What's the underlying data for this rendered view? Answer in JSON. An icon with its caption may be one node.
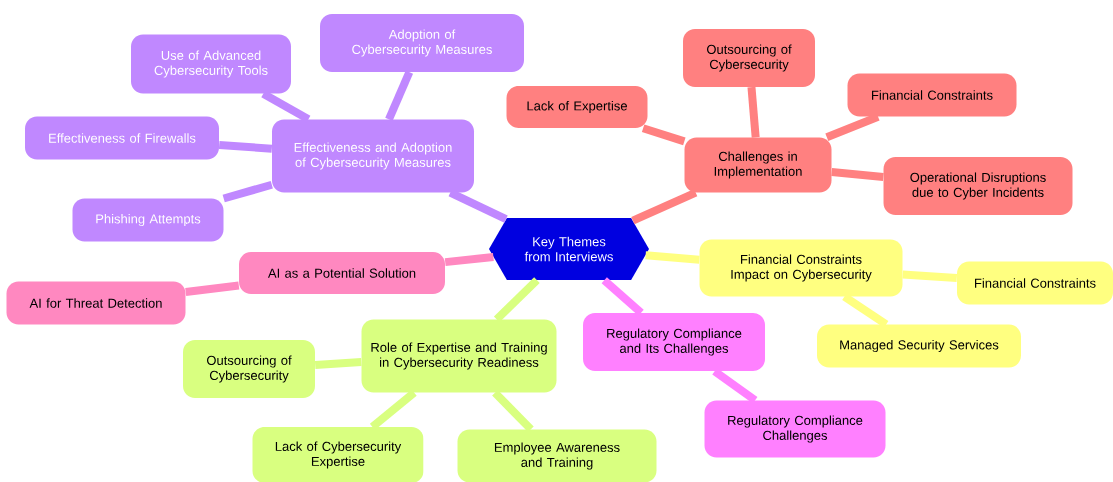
{
  "diagram": {
    "nodes": [
      {
        "text": [
          "Key Themes from Interviews"
        ]
      },
      {
        "text": [
          "Effectiveness and Adoption of Cybersecurity Measures"
        ]
      },
      {
        "text": [
          "Use of Advanced Cybersecurity Tools"
        ]
      },
      {
        "text": [
          "Adoption of Cybersecurity Measures"
        ]
      },
      {
        "text": [
          "Effectiveness of Firewalls"
        ]
      },
      {
        "text": [
          "Phishing Attempts"
        ]
      },
      {
        "text": [
          "Challenges in Implementation"
        ]
      },
      {
        "text": [
          "Outsourcing of Cybersecurity"
        ]
      },
      {
        "text": [
          "Lack of Expertise"
        ]
      },
      {
        "text": [
          "Financial Constraints"
        ]
      },
      {
        "text": [
          "Operational Disruptions due to Cyber Incidents"
        ]
      },
      {
        "text": [
          "Financial Constraints Impact on Cybersecurity"
        ]
      },
      {
        "text": [
          "Financial Constraints"
        ]
      },
      {
        "text": [
          "Managed Security Services"
        ]
      },
      {
        "text": [
          "Regulatory Compliance and Its Challenges"
        ]
      },
      {
        "text": [
          "Regulatory Compliance Challenges"
        ]
      },
      {
        "text": [
          "Role of Expertise and Training in Cybersecurity Readiness"
        ]
      },
      {
        "text": [
          "Outsourcing of Cybersecurity"
        ]
      },
      {
        "text": [
          "Lack of Cybersecurity Expertise"
        ]
      },
      {
        "text": [
          "Employee Awareness and Training"
        ]
      },
      {
        "text": [
          "AI as a Potential Solution"
        ]
      },
      {
        "text": [
          "AI for Threat Detection"
        ]
      }
    ],
    "edges": [
      {
        "from": 0,
        "to": 1,
        "arrow": "none",
        "color": "#c088ff"
      },
      {
        "from": 1,
        "to": 2,
        "arrow": "none",
        "color": "#c088ff"
      },
      {
        "from": 1,
        "to": 3,
        "arrow": "none",
        "color": "#c088ff"
      },
      {
        "from": 1,
        "to": 4,
        "arrow": "none",
        "color": "#c088ff"
      },
      {
        "from": 1,
        "to": 5,
        "arrow": "none",
        "color": "#c088ff"
      },
      {
        "from": 0,
        "to": 6,
        "arrow": "none",
        "color": "#ff8080"
      },
      {
        "from": 6,
        "to": 7,
        "arrow": "none",
        "color": "#ff8080"
      },
      {
        "from": 6,
        "to": 8,
        "arrow": "none",
        "color": "#ff8080"
      },
      {
        "from": 6,
        "to": 9,
        "arrow": "none",
        "color": "#ff8080"
      },
      {
        "from": 6,
        "to": 10,
        "arrow": "none",
        "color": "#ff8080"
      },
      {
        "from": 0,
        "to": 11,
        "arrow": "none",
        "color": "#ffff80"
      },
      {
        "from": 11,
        "to": 12,
        "arrow": "none",
        "color": "#ffff80"
      },
      {
        "from": 11,
        "to": 13,
        "arrow": "none",
        "color": "#ffff80"
      },
      {
        "from": 0,
        "to": 14,
        "arrow": "none",
        "color": "#ff80ff"
      },
      {
        "from": 14,
        "to": 15,
        "arrow": "none",
        "color": "#ff80ff"
      },
      {
        "from": 0,
        "to": 16,
        "arrow": "none",
        "color": "#d9ff80"
      },
      {
        "from": 16,
        "to": 17,
        "arrow": "none",
        "color": "#d9ff80"
      },
      {
        "from": 16,
        "to": 18,
        "arrow": "none",
        "color": "#d9ff80"
      },
      {
        "from": 16,
        "to": 19,
        "arrow": "none",
        "color": "#d9ff80"
      },
      {
        "from": 0,
        "to": 20,
        "arrow": "none",
        "color": "#ff88c0"
      },
      {
        "from": 20,
        "to": 21,
        "arrow": "none",
        "color": "#ff88c0"
      }
    ]
  }
}
